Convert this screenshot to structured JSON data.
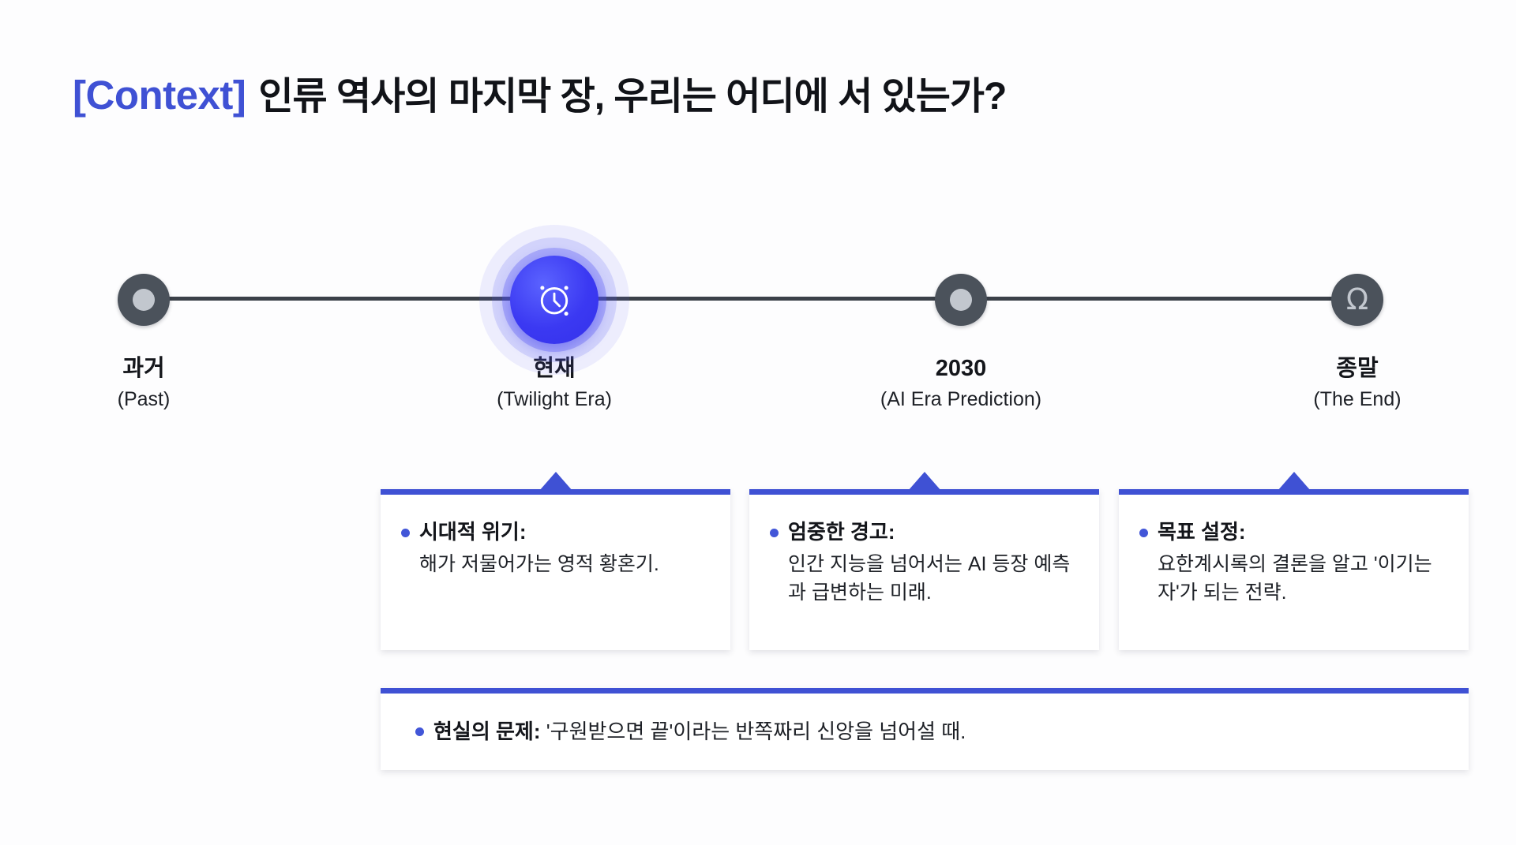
{
  "title": {
    "tag": "[Context]",
    "main": "인류 역사의 마지막 장, 우리는 어디에 서 있는가?",
    "tag_color": "#3f51d4"
  },
  "timeline": {
    "line_color": "#3b4149",
    "accent_color": "#3f51d4",
    "nodes": [
      {
        "id": "past",
        "label": "과거",
        "sublabel": "(Past)",
        "icon": "dot-icon",
        "active": false
      },
      {
        "id": "present",
        "label": "현재",
        "sublabel": "(Twilight Era)",
        "icon": "alarm-clock-icon",
        "active": true
      },
      {
        "id": "year-2030",
        "label": "2030",
        "sublabel": "(AI Era Prediction)",
        "icon": "dot-icon",
        "active": false
      },
      {
        "id": "the-end",
        "label": "종말",
        "sublabel": "(The End)",
        "icon": "omega-icon",
        "glyph": "Ω",
        "active": false
      }
    ]
  },
  "cards": [
    {
      "id": "era-crisis",
      "title": "시대적 위기:",
      "text": "해가 저물어가는 영적 황혼기."
    },
    {
      "id": "stern-warning",
      "title": "엄중한 경고:",
      "text": "인간 지능을 넘어서는 AI 등장 예측과 급변하는 미래."
    },
    {
      "id": "goal-setting",
      "title": "목표 설정:",
      "text": "요한계시록의 결론을 알고 '이기는 자'가 되는 전략."
    }
  ],
  "banner": {
    "id": "reality-problem",
    "title": "현실의 문제:",
    "text": " '구원받으면 끝'이라는 반쪽짜리 신앙을 넘어설 때."
  }
}
